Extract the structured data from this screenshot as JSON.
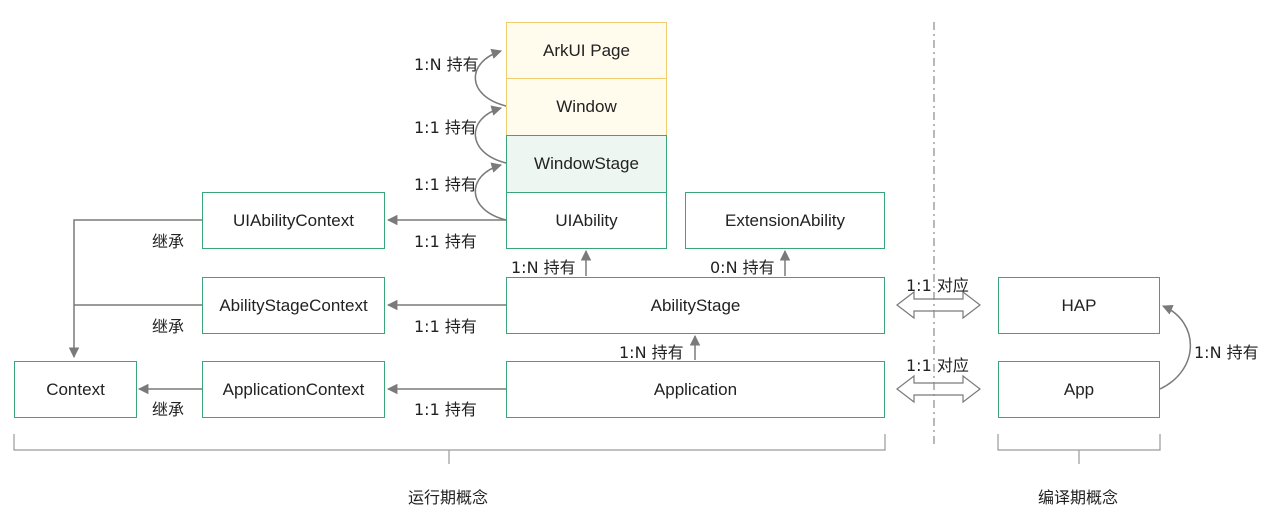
{
  "boxes": {
    "arkui_page": "ArkUI Page",
    "window": "Window",
    "window_stage": "WindowStage",
    "ui_ability": "UIAbility",
    "extension_ability": "ExtensionAbility",
    "ability_stage": "AbilityStage",
    "application": "Application",
    "ui_ability_context": "UIAbilityContext",
    "ability_stage_context": "AbilityStageContext",
    "application_context": "ApplicationContext",
    "context": "Context",
    "hap": "HAP",
    "app": "App"
  },
  "relations": {
    "page_window": "1:N 持有",
    "window_windowstage": "1:1 持有",
    "windowstage_uiability": "1:1 持有",
    "uiability_context": "1:1 持有",
    "abilitystage_context": "1:1 持有",
    "application_context": "1:1 持有",
    "stage_uiability": "1:N 持有",
    "stage_extension": "0:N 持有",
    "application_stage": "1:N 持有",
    "hap_map": "1:1 对应",
    "app_map": "1:1 对应",
    "app_hap": "1:N 持有",
    "inherit_1": "继承",
    "inherit_2": "继承",
    "inherit_3": "继承"
  },
  "sections": {
    "runtime": "运行期概念",
    "compile": "编译期概念"
  },
  "colors": {
    "green_border": "#3aa57a",
    "green_fill": "#eef6f1",
    "yellow_border": "#efcd6e",
    "yellow_fill": "#fffcee",
    "arrow": "#7a7a7a"
  }
}
